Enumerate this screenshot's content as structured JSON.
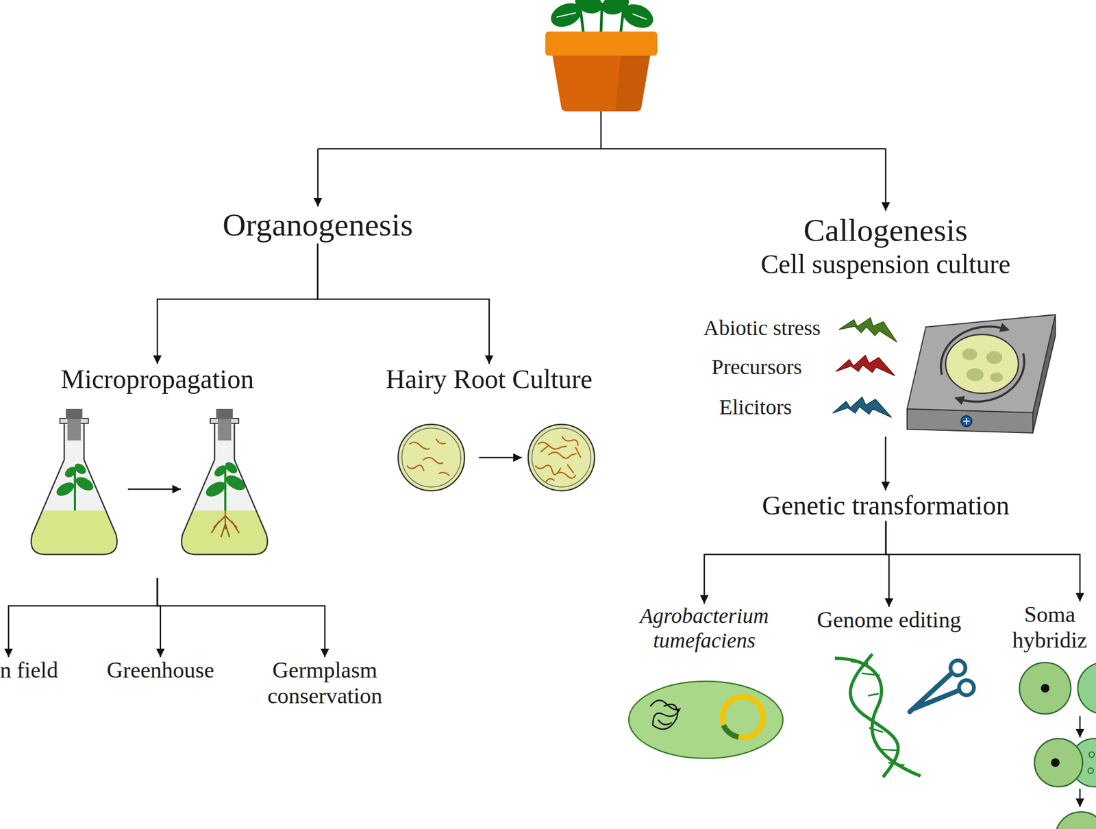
{
  "diagram": {
    "nodes": [
      {
        "text": [
          "Organogenesis"
        ]
      },
      {
        "text": [
          "Micropropagation"
        ]
      },
      {
        "text": [
          "Hairy Root Culture"
        ]
      },
      {
        "text": [
          "n field"
        ]
      },
      {
        "text": [
          "Greenhouse"
        ]
      },
      {
        "text": [
          "Germplasm conservation"
        ]
      },
      {
        "text": [
          "Callogenesis",
          "Cell suspension culture"
        ]
      },
      {
        "text": [
          "Genetic transformation"
        ]
      },
      {
        "text": [
          "Agrobacterium tumefaciens"
        ]
      },
      {
        "text": [
          "Genome editing"
        ]
      },
      {
        "text": [
          "Soma hybridiz"
        ]
      }
    ],
    "edges": [
      {
        "from": 0,
        "to": 1,
        "arrow": "to"
      },
      {
        "from": 0,
        "to": 2,
        "arrow": "to"
      },
      {
        "from": 1,
        "to": 3,
        "arrow": "to"
      },
      {
        "from": 1,
        "to": 4,
        "arrow": "to"
      },
      {
        "from": 1,
        "to": 5,
        "arrow": "to"
      },
      {
        "from": 6,
        "to": 7,
        "arrow": "to"
      },
      {
        "from": 7,
        "to": 8,
        "arrow": "to"
      },
      {
        "from": 7,
        "to": 9,
        "arrow": "to"
      },
      {
        "from": 7,
        "to": 10,
        "arrow": "to"
      }
    ],
    "labels": [
      "Abiotic stress",
      "Precursors",
      "Elicitors"
    ]
  }
}
